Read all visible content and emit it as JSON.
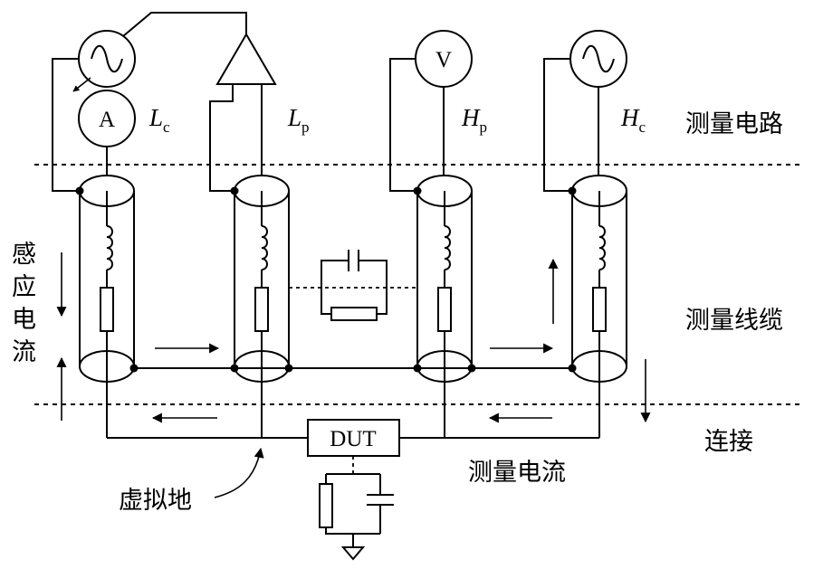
{
  "section_labels": {
    "circuit": "测量电路",
    "cables": "测量线缆",
    "connection": "连接"
  },
  "terminals": [
    {
      "letter": "L",
      "sub": "c"
    },
    {
      "letter": "L",
      "sub": "p"
    },
    {
      "letter": "H",
      "sub": "p"
    },
    {
      "letter": "H",
      "sub": "c"
    }
  ],
  "instruments": {
    "ammeter_symbol": "A",
    "voltmeter_symbol": "V"
  },
  "dut_label": "DUT",
  "induced_current_chars": [
    "感",
    "应",
    "电",
    "流"
  ],
  "measurement_current_label": "测量电流",
  "virtual_ground_label": "虚拟地"
}
